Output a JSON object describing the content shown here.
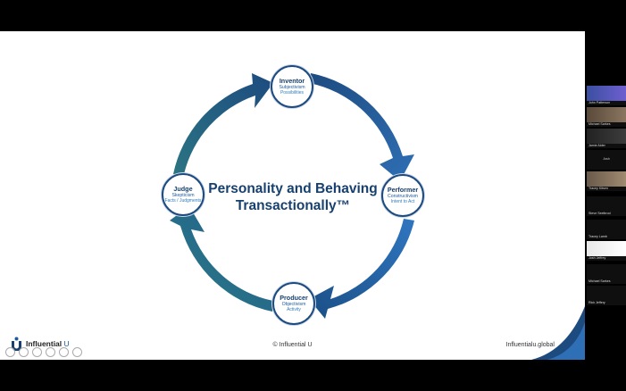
{
  "slide": {
    "title_line1": "Personality and Behaving",
    "title_line2": "Transactionally™",
    "nodes": {
      "inventor": {
        "name": "Inventor",
        "sub1": "Subjectivism",
        "sub2": "Possibilities"
      },
      "performer": {
        "name": "Performer",
        "sub1": "Constructivism",
        "sub2": "Intent to Act"
      },
      "producer": {
        "name": "Producer",
        "sub1": "Objectivism",
        "sub2": "Activity"
      },
      "judge": {
        "name": "Judge",
        "sub1": "Skepticism",
        "sub2": "Facts / Judgments"
      }
    },
    "footer": {
      "logo_text": "Influential",
      "logo_u": "U",
      "copyright": "© Influential U",
      "website": "Influentialu.global"
    },
    "colors": {
      "dark_blue": "#17406e",
      "mid_blue": "#1d5aa0",
      "teal": "#2e7a8c"
    }
  },
  "participants": [
    {
      "name": "John Patterson",
      "type": "video"
    },
    {
      "name": "Michael Sarkes",
      "type": "video"
    },
    {
      "name": "Jamie Alder",
      "type": "video"
    },
    {
      "name": "Josh",
      "type": "name"
    },
    {
      "name": "Tracey Kitsen",
      "type": "video"
    },
    {
      "name": "Steve Seelbrod",
      "type": "name"
    },
    {
      "name": "Tracey Lamb",
      "type": "name"
    },
    {
      "name": "Josh Jeffrey",
      "type": "video"
    },
    {
      "name": "Michael Sarkes",
      "type": "name"
    },
    {
      "name": "Rick Jeffery",
      "type": "name"
    }
  ],
  "icons": {
    "toolbar": [
      "back-icon",
      "forward-icon",
      "pen-icon",
      "search-icon",
      "chat-icon",
      "more-icon"
    ]
  }
}
